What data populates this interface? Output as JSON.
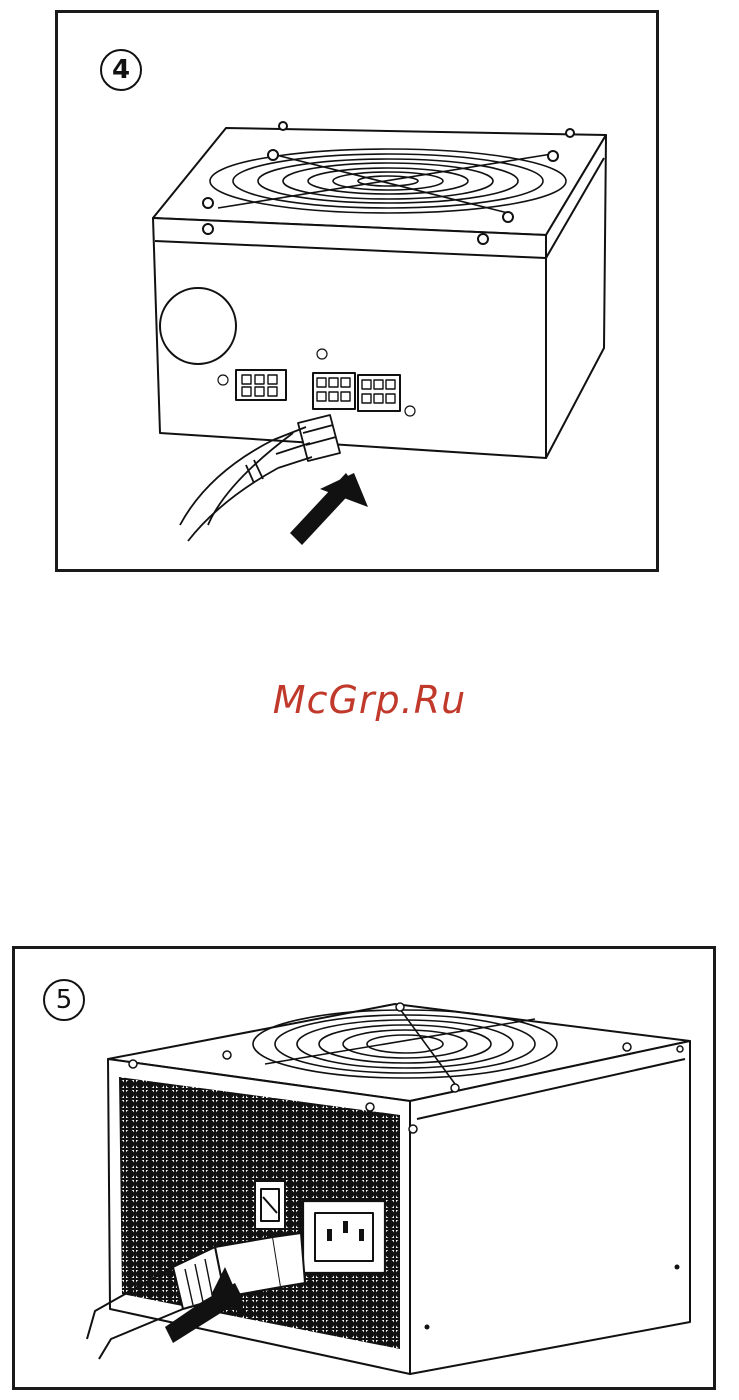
{
  "steps": [
    {
      "number": "4"
    },
    {
      "number": "5"
    }
  ],
  "watermark": {
    "text": "McGrp.Ru",
    "color": "#c0392b"
  },
  "icons": [
    "psu-modular-ports-illustration",
    "psu-power-socket-illustration",
    "arrow-icon"
  ]
}
